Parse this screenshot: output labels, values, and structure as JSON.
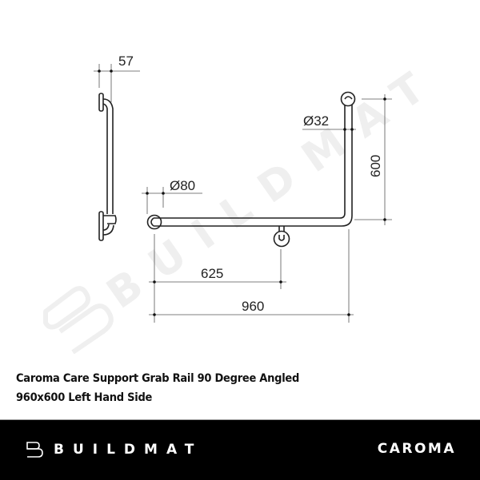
{
  "drawing": {
    "dimensions": {
      "side_offset": "57",
      "tube_diameter": "Ø32",
      "flange_diameter": "Ø80",
      "height": "600",
      "mid_bracket_offset": "625",
      "overall_length": "960"
    },
    "watermark": {
      "text": "BUILDMAT"
    },
    "line_color": "#222222",
    "dim_color": "#555555",
    "watermark_color": "#eeeeee"
  },
  "product": {
    "title_line1": "Caroma Care Support Grab Rail 90 Degree Angled",
    "title_line2": "960x600 Left Hand Side"
  },
  "footer": {
    "left_brand": "BUILDMAT",
    "left_brand_icon": "buildmat-logo-icon",
    "right_brand": "CAROMA",
    "background": "#000000",
    "text_color": "#ffffff"
  }
}
